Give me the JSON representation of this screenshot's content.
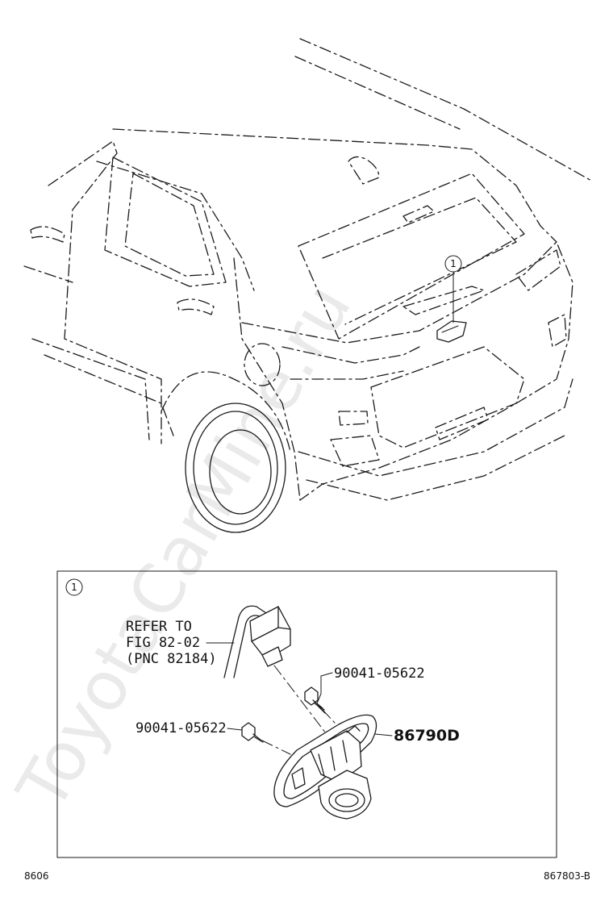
{
  "watermark": "ToyotaCarMine.ru",
  "callout_marker": "1",
  "detail_marker": "1",
  "reference_note": {
    "line1": "REFER TO",
    "line2": "FIG 82-02",
    "line3": "(PNC 82184)"
  },
  "parts": {
    "bolt_upper": "90041-05622",
    "bolt_lower": "90041-05622",
    "camera_assembly": "86790D"
  },
  "footer": {
    "left_code": "8606",
    "right_code": "867803-B"
  }
}
